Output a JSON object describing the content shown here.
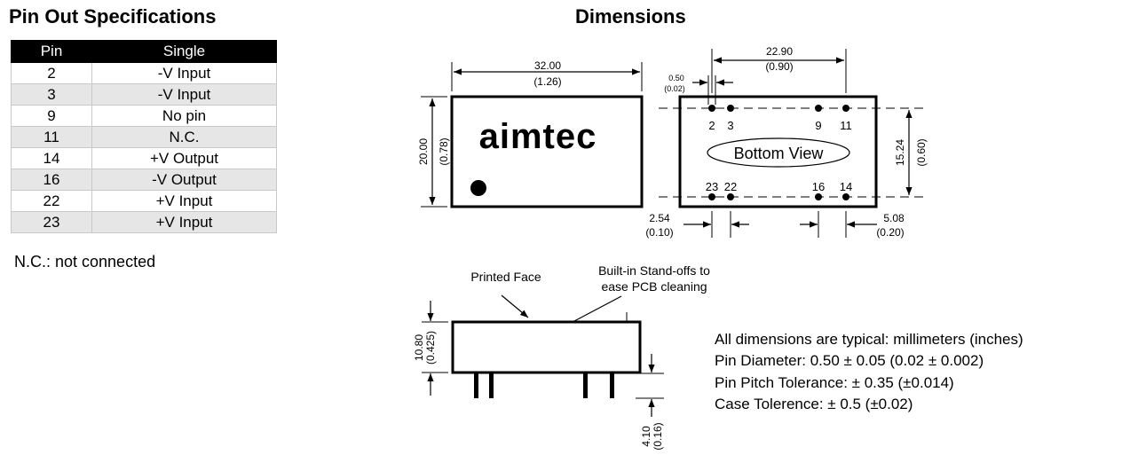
{
  "pinout": {
    "title": "Pin Out Specifications",
    "headers": [
      "Pin",
      "Single"
    ],
    "rows": [
      [
        "2",
        "-V Input"
      ],
      [
        "3",
        "-V Input"
      ],
      [
        "9",
        "No pin"
      ],
      [
        "11",
        "N.C."
      ],
      [
        "14",
        "+V Output"
      ],
      [
        "16",
        "-V Output"
      ],
      [
        "22",
        "+V Input"
      ],
      [
        "23",
        "+V Input"
      ]
    ],
    "note": "N.C.: not connected"
  },
  "dimensions": {
    "title": "Dimensions",
    "brand": "aimtec",
    "bottom_view_label": "Bottom View",
    "top_pins": [
      "2",
      "3",
      "9",
      "11"
    ],
    "bottom_pins": [
      "23",
      "22",
      "16",
      "14"
    ],
    "width": {
      "mm": "32.00",
      "in": "(1.26)"
    },
    "height": {
      "mm": "20.00",
      "in": "(0.78)"
    },
    "pin_span": {
      "mm": "22.90",
      "in": "(0.90)"
    },
    "pin_diameter": {
      "mm": "0.50",
      "in": "(0.02)"
    },
    "row_spacing": {
      "mm": "15.24",
      "in": "(0.60)"
    },
    "edge_offset": {
      "mm": "2.54",
      "in": "(0.10)"
    },
    "pitch": {
      "mm": "5.08",
      "in": "(0.20)"
    },
    "body_height": {
      "mm": "10.80",
      "in": "(0.425)"
    },
    "pin_length": {
      "mm": "4.10",
      "in": "(0.16)"
    },
    "printed_face": "Printed Face",
    "standoffs_line1": "Built-in Stand-offs to",
    "standoffs_line2": "ease PCB cleaning"
  },
  "specs": [
    "All dimensions are typical: millimeters (inches)",
    "Pin Diameter: 0.50 ± 0.05 (0.02 ± 0.002)",
    "Pin Pitch Tolerance: ± 0.35 (±0.014)",
    "Case Tolerence: ± 0.5 (±0.02)"
  ]
}
